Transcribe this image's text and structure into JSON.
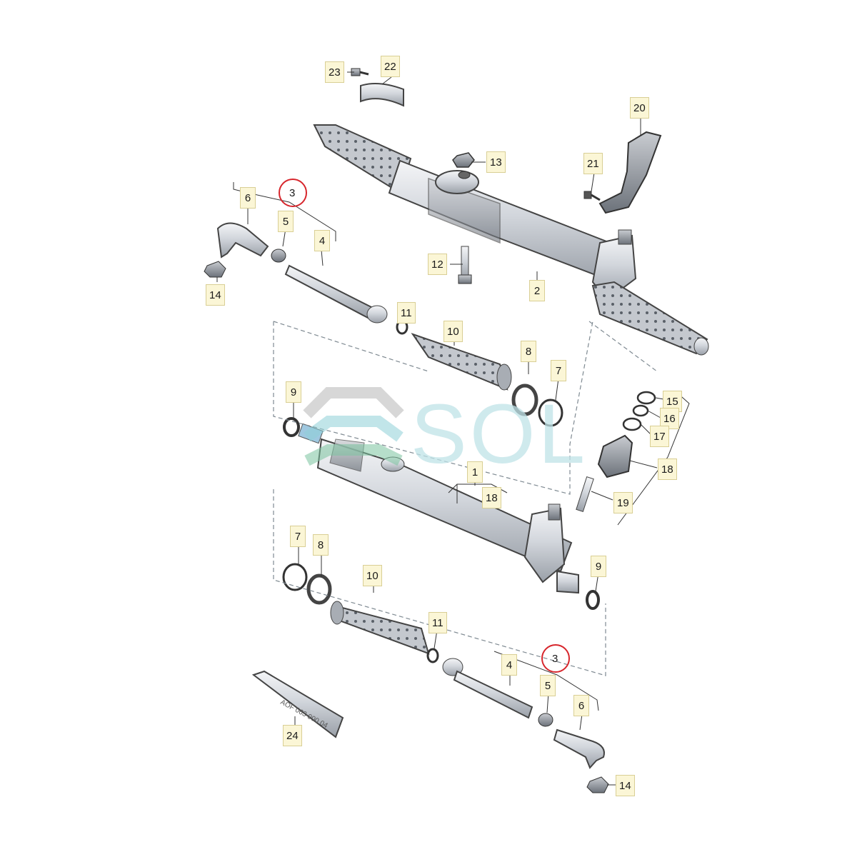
{
  "callouts": [
    {
      "id": "c23",
      "label": "23"
    },
    {
      "id": "c22",
      "label": "22"
    },
    {
      "id": "c20",
      "label": "20"
    },
    {
      "id": "c13",
      "label": "13"
    },
    {
      "id": "c21",
      "label": "21"
    },
    {
      "id": "c3a",
      "label": "3"
    },
    {
      "id": "c6a",
      "label": "6"
    },
    {
      "id": "c5a",
      "label": "5"
    },
    {
      "id": "c4a",
      "label": "4"
    },
    {
      "id": "c14a",
      "label": "14"
    },
    {
      "id": "c12",
      "label": "12"
    },
    {
      "id": "c2",
      "label": "2"
    },
    {
      "id": "c11a",
      "label": "11"
    },
    {
      "id": "c10a",
      "label": "10"
    },
    {
      "id": "c8a",
      "label": "8"
    },
    {
      "id": "c7a",
      "label": "7"
    },
    {
      "id": "c9a",
      "label": "9"
    },
    {
      "id": "c15",
      "label": "15"
    },
    {
      "id": "c16",
      "label": "16"
    },
    {
      "id": "c17",
      "label": "17"
    },
    {
      "id": "c18a",
      "label": "18"
    },
    {
      "id": "c1",
      "label": "1"
    },
    {
      "id": "c18b",
      "label": "18"
    },
    {
      "id": "c19",
      "label": "19"
    },
    {
      "id": "c7b",
      "label": "7"
    },
    {
      "id": "c8b",
      "label": "8"
    },
    {
      "id": "c10b",
      "label": "10"
    },
    {
      "id": "c9b",
      "label": "9"
    },
    {
      "id": "c11b",
      "label": "11"
    },
    {
      "id": "c4b",
      "label": "4"
    },
    {
      "id": "c3b",
      "label": "3"
    },
    {
      "id": "c5b",
      "label": "5"
    },
    {
      "id": "c6b",
      "label": "6"
    },
    {
      "id": "c24",
      "label": "24"
    },
    {
      "id": "c14b",
      "label": "14"
    }
  ],
  "highlight_color": "#d7262c",
  "watermark": {
    "text": "SOL"
  },
  "tube_text": "AOF 063 000 04"
}
